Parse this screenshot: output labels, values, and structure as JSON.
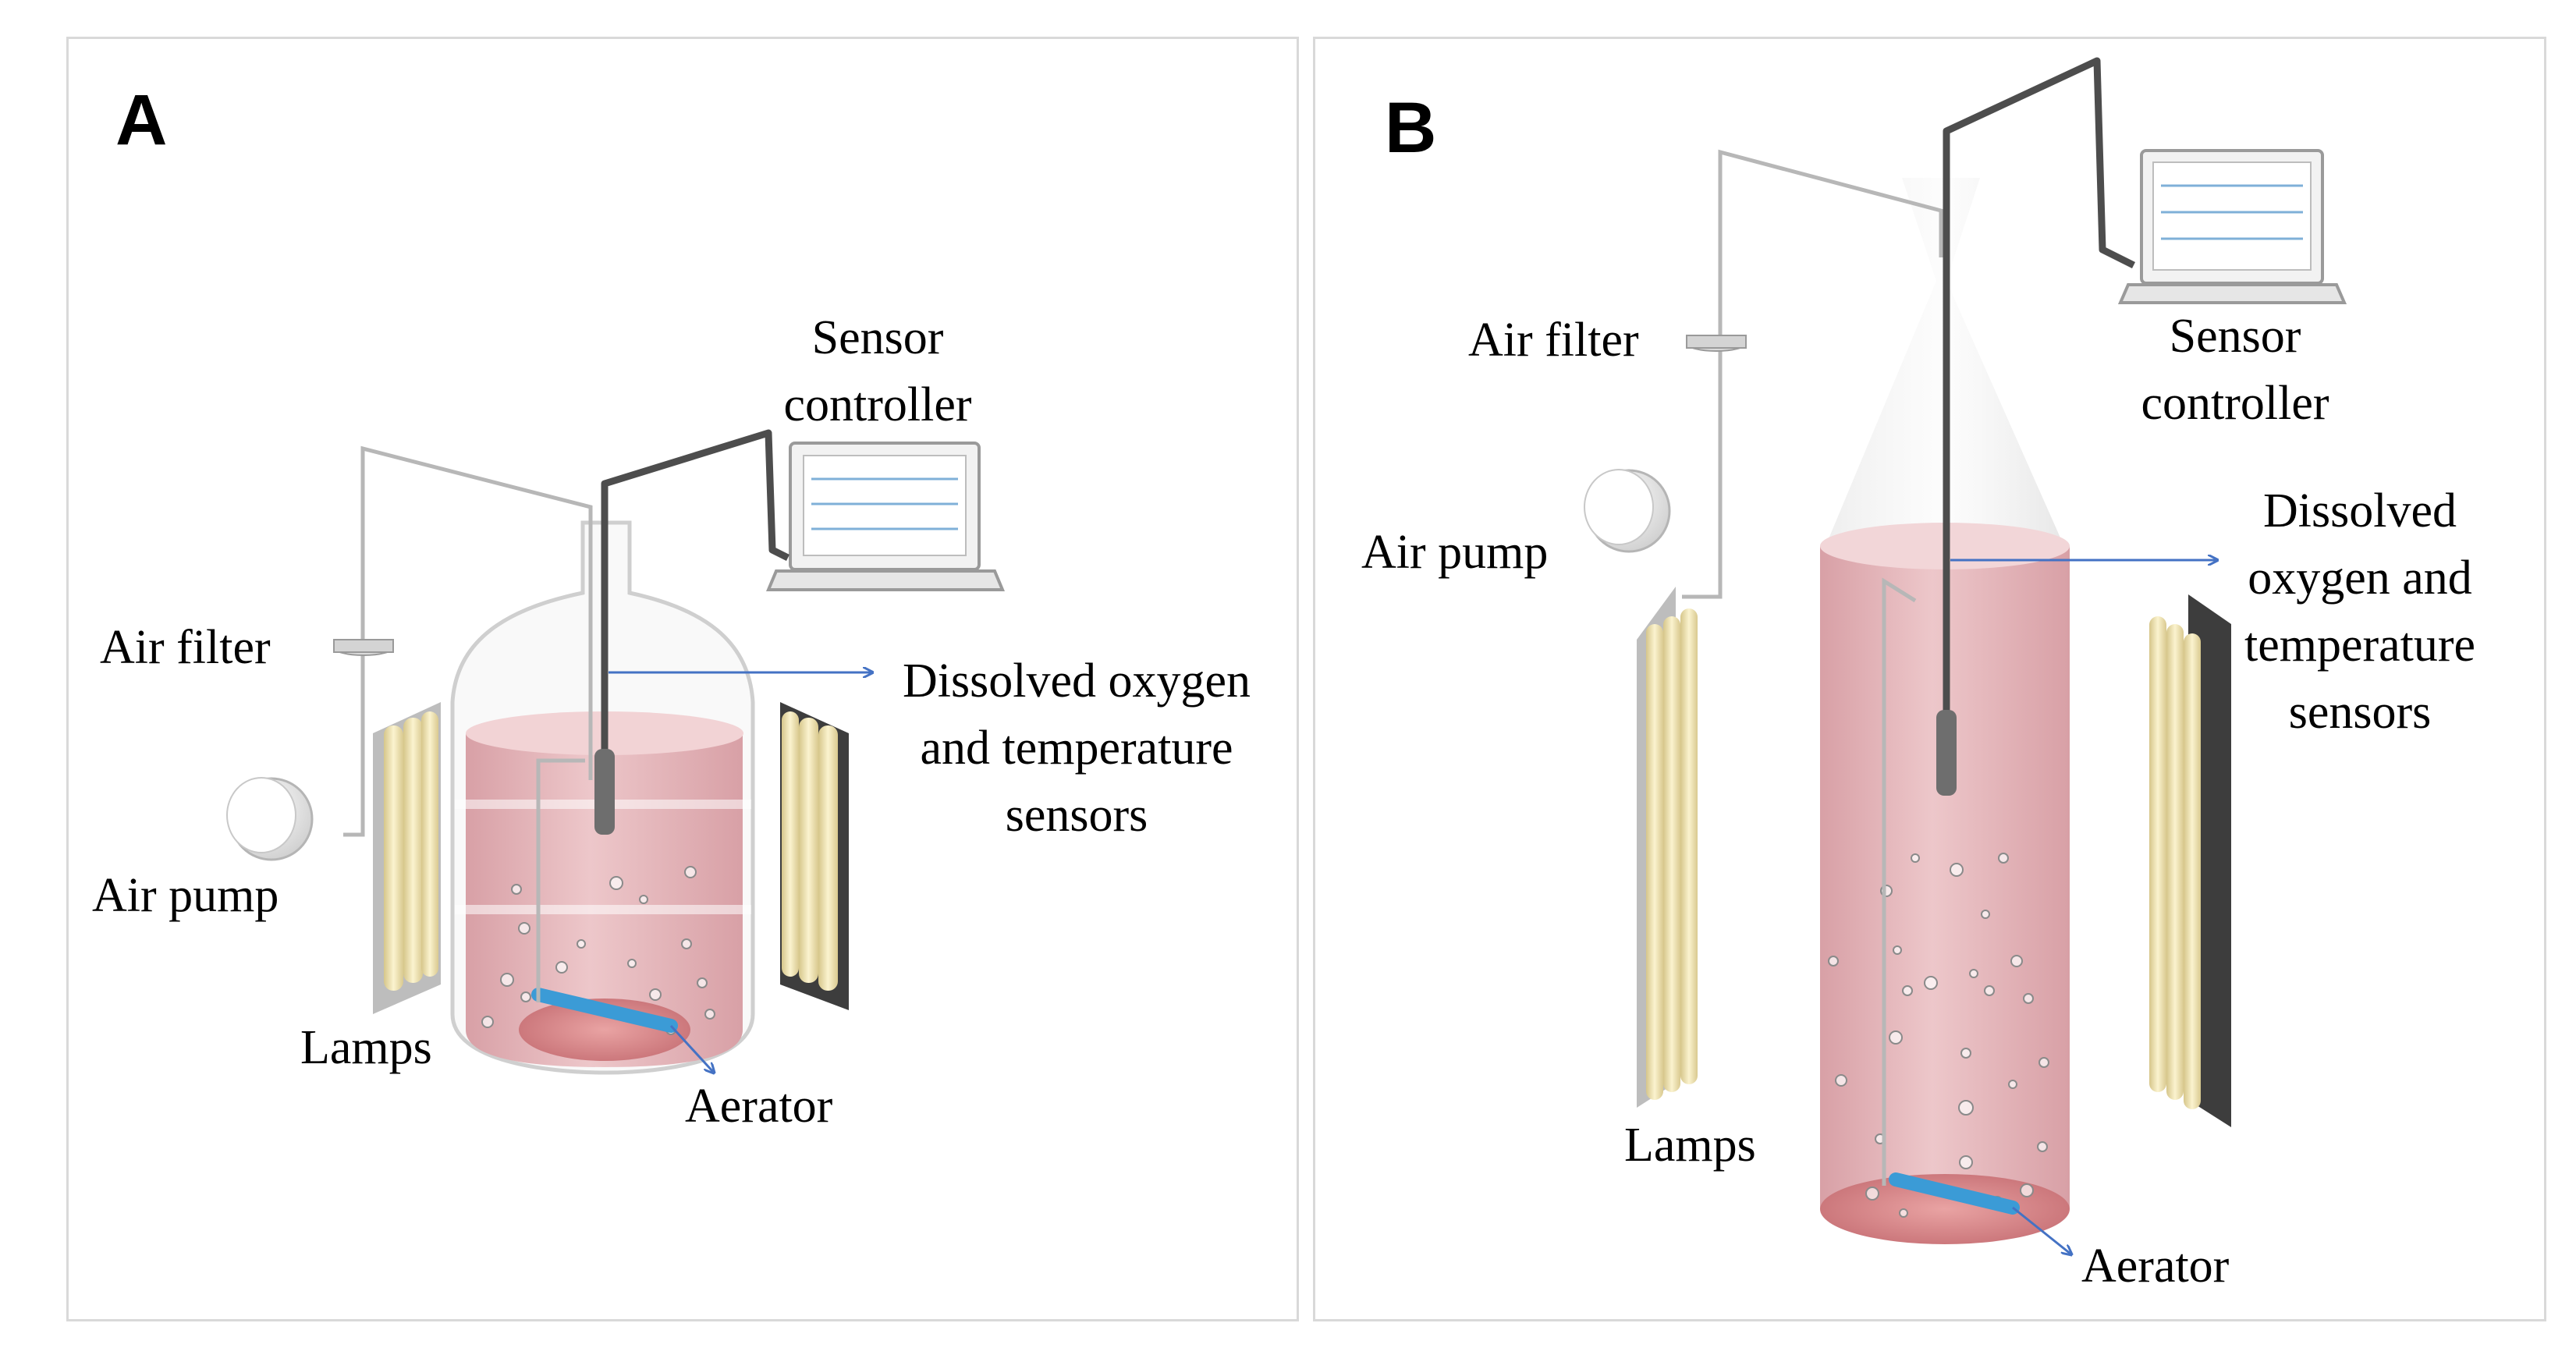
{
  "panels": [
    {
      "letter": "A",
      "labels": {
        "sensor_controller": [
          "Sensor",
          "controller"
        ],
        "air_filter": "Air filter",
        "air_pump": "Air pump",
        "sensors": [
          "Dissolved oxygen",
          "and temperature",
          "sensors"
        ],
        "lamps": "Lamps",
        "aerator": "Aerator"
      }
    },
    {
      "letter": "B",
      "labels": {
        "sensor_controller": [
          "Sensor",
          "controller"
        ],
        "air_filter": "Air filter",
        "air_pump": "Air pump",
        "sensors": [
          "Dissolved",
          "oxygen and",
          "temperature",
          "sensors"
        ],
        "lamps": "Lamps",
        "aerator": "Aerator"
      }
    }
  ],
  "colors": {
    "medium": "#e8b8bc",
    "medium_dark": "#d79097",
    "aerator": "#3b9bd6",
    "arrow": "#4472c4",
    "lamp": "#f3e6b4",
    "tube_light": "#b7b7b7",
    "tube_dark": "#4d4d4d",
    "border": "#d9d9d9"
  }
}
